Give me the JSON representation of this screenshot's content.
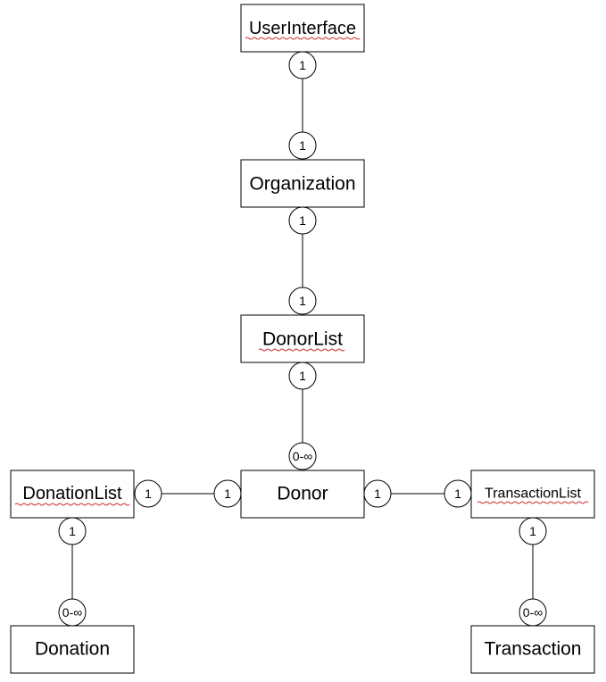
{
  "entities": {
    "userinterface": "UserInterface",
    "organization": "Organization",
    "donorlist": "DonorList",
    "donor": "Donor",
    "donationlist": "DonationList",
    "transactionlist": "TransactionList",
    "donation": "Donation",
    "transaction": "Transaction"
  },
  "multiplicities": {
    "ui_to_org_top": "1",
    "ui_to_org_bottom": "1",
    "org_to_dl_top": "1",
    "org_to_dl_bottom": "1",
    "dl_to_donor_top": "1",
    "dl_to_donor_bottom": "0-∞",
    "donationlist_to_donor_left": "1",
    "donationlist_to_donor_right": "1",
    "donor_to_transactionlist_left": "1",
    "donor_to_transactionlist_right": "1",
    "donationlist_to_donation_top": "1",
    "donationlist_to_donation_bottom": "0-∞",
    "transactionlist_to_transaction_top": "1",
    "transactionlist_to_transaction_bottom": "0-∞"
  },
  "colors": {
    "line": "#000000",
    "spellcheck_underline": "#d03030"
  }
}
